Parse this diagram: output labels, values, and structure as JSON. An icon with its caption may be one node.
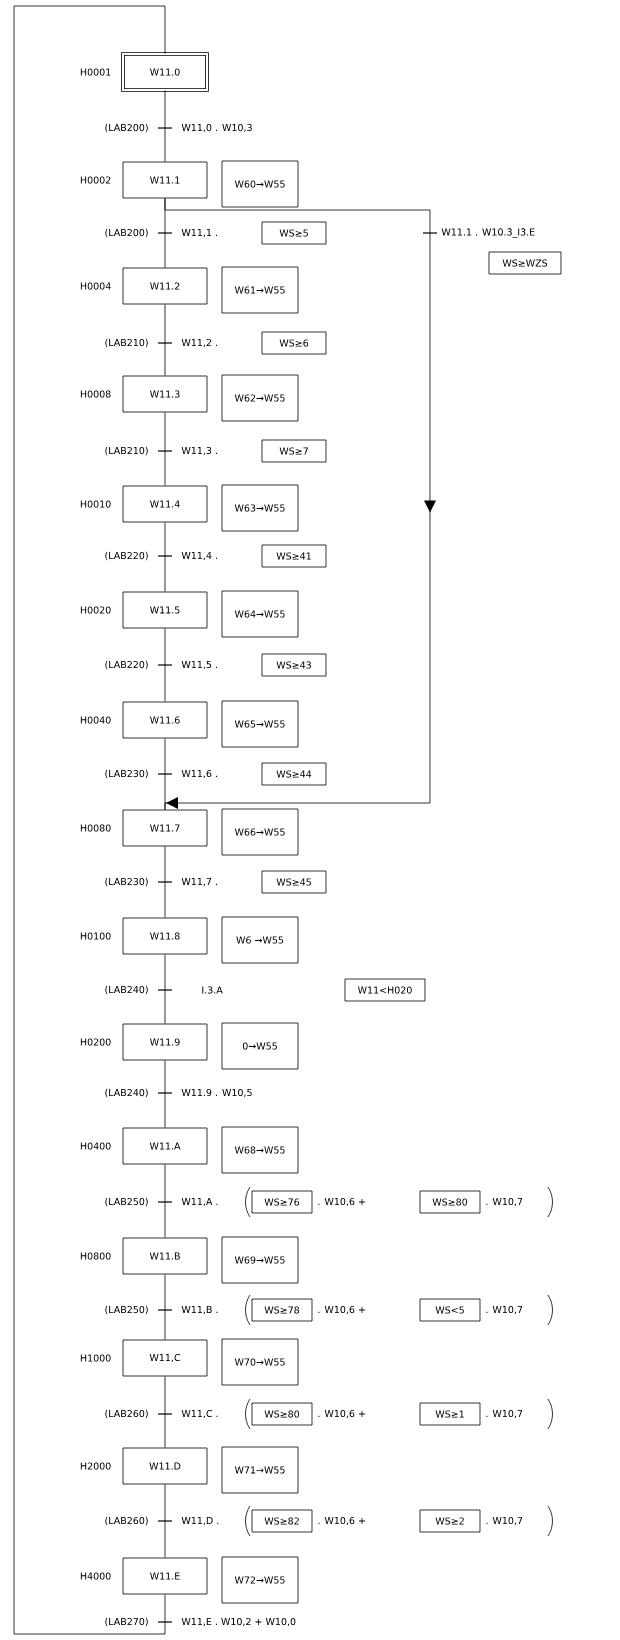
{
  "diagram": {
    "nodes": [
      {
        "text": [
          "W11.0"
        ],
        "beside": [
          "H0001"
        ]
      },
      {
        "text": [
          "W11.1"
        ],
        "beside": [
          "H0002"
        ]
      },
      {
        "text": [
          "W60→W55"
        ]
      },
      {
        "text": [
          "WS≥5"
        ]
      },
      {
        "text": [
          "WS≥WZS"
        ]
      },
      {
        "text": [
          "W11.2"
        ],
        "beside": [
          "H0004"
        ]
      },
      {
        "text": [
          "W61→W55"
        ]
      },
      {
        "text": [
          "WS≥6"
        ]
      },
      {
        "text": [
          "W11.3"
        ],
        "beside": [
          "H0008"
        ]
      },
      {
        "text": [
          "W62→W55"
        ]
      },
      {
        "text": [
          "WS≥7"
        ]
      },
      {
        "text": [
          "W11.4"
        ],
        "beside": [
          "H0010"
        ]
      },
      {
        "text": [
          "W63→W55"
        ]
      },
      {
        "text": [
          "WS≥41"
        ]
      },
      {
        "text": [
          "W11.5"
        ],
        "beside": [
          "H0020"
        ]
      },
      {
        "text": [
          "W64→W55"
        ]
      },
      {
        "text": [
          "WS≥43"
        ]
      },
      {
        "text": [
          "W11.6"
        ],
        "beside": [
          "H0040"
        ]
      },
      {
        "text": [
          "W65→W55"
        ]
      },
      {
        "text": [
          "WS≥44"
        ]
      },
      {
        "text": [
          "W11.7"
        ],
        "beside": [
          "H0080"
        ]
      },
      {
        "text": [
          "W66→W55"
        ]
      },
      {
        "text": [
          "WS≥45"
        ]
      },
      {
        "text": [
          "W11.8"
        ],
        "beside": [
          "H0100"
        ]
      },
      {
        "text": [
          "W6 →W55"
        ]
      },
      {
        "text": [
          "W11<H020"
        ]
      },
      {
        "text": [
          "W11.9"
        ],
        "beside": [
          "H0200"
        ]
      },
      {
        "text": [
          "0→W55"
        ]
      },
      {
        "text": [
          "W11.A"
        ],
        "beside": [
          "H0400"
        ]
      },
      {
        "text": [
          "W68→W55"
        ]
      },
      {
        "text": [
          "WS≥76"
        ]
      },
      {
        "text": [
          "WS≥80"
        ]
      },
      {
        "text": [
          "W11.B"
        ],
        "beside": [
          "H0800"
        ]
      },
      {
        "text": [
          "W69→W55"
        ]
      },
      {
        "text": [
          "WS≥78"
        ]
      },
      {
        "text": [
          "WS<5"
        ]
      },
      {
        "text": [
          "W11,C"
        ],
        "beside": [
          "H1000"
        ]
      },
      {
        "text": [
          "W70→W55"
        ]
      },
      {
        "text": [
          "WS≥80"
        ]
      },
      {
        "text": [
          "WS≥1"
        ]
      },
      {
        "text": [
          "W11.D"
        ],
        "beside": [
          "H2000"
        ]
      },
      {
        "text": [
          "W71→W55"
        ]
      },
      {
        "text": [
          "WS≥82"
        ]
      },
      {
        "text": [
          "WS≥2"
        ]
      },
      {
        "text": [
          "W11.E"
        ],
        "beside": [
          "H4000"
        ]
      },
      {
        "text": [
          "W72→W55"
        ]
      }
    ],
    "edges": [
      {
        "from": 0,
        "to": 1,
        "arrow": "none",
        "label": "W11,0 . W10,3"
      },
      {
        "from": 1,
        "to": 5,
        "arrow": "none",
        "label": "W11,1 ."
      },
      {
        "from": 1,
        "to": 20,
        "arrow": "to",
        "label": "W11.1 . W10.3_I3.E"
      },
      {
        "from": 5,
        "to": 8,
        "arrow": "none",
        "label": "W11,2 ."
      },
      {
        "from": 8,
        "to": 11,
        "arrow": "none",
        "label": "W11,3 ."
      },
      {
        "from": 11,
        "to": 14,
        "arrow": "none",
        "label": "W11,4 ."
      },
      {
        "from": 14,
        "to": 17,
        "arrow": "none",
        "label": "W11,5 ."
      },
      {
        "from": 17,
        "to": 20,
        "arrow": "none",
        "label": "W11,6 ."
      },
      {
        "from": 20,
        "to": 23,
        "arrow": "none",
        "label": "W11,7 ."
      },
      {
        "from": 23,
        "to": 26,
        "arrow": "none",
        "label": "I.3.A"
      },
      {
        "from": 26,
        "to": 28,
        "arrow": "none",
        "label": "W11.9 . W10,5"
      },
      {
        "from": 28,
        "to": 32,
        "arrow": "none",
        "label": "W11,A ."
      },
      {
        "from": 32,
        "to": 36,
        "arrow": "none",
        "label": "W11,B ."
      },
      {
        "from": 36,
        "to": 40,
        "arrow": "none",
        "label": "W11,C ."
      },
      {
        "from": 40,
        "to": 44,
        "arrow": "none",
        "label": "W11,D ."
      },
      {
        "from": 44,
        "to": 0,
        "arrow": "none",
        "label": "W11,E . W10,2 + W10,0"
      }
    ],
    "labels": [
      "(LAB200)",
      "(LAB200)",
      "(LAB210)",
      "(LAB210)",
      "(LAB220)",
      "(LAB220)",
      "(LAB230)",
      "(LAB230)",
      "(LAB240)",
      "(LAB240)",
      "(LAB250)",
      ". W10,6 +",
      ". W10,7",
      "(LAB250)",
      ". W10,6 +",
      ". W10,7",
      "(LAB260)",
      ". W10,6 +",
      ". W10,7",
      "(LAB260)",
      ". W10,6 +",
      ". W10,7",
      "(LAB270)"
    ]
  }
}
